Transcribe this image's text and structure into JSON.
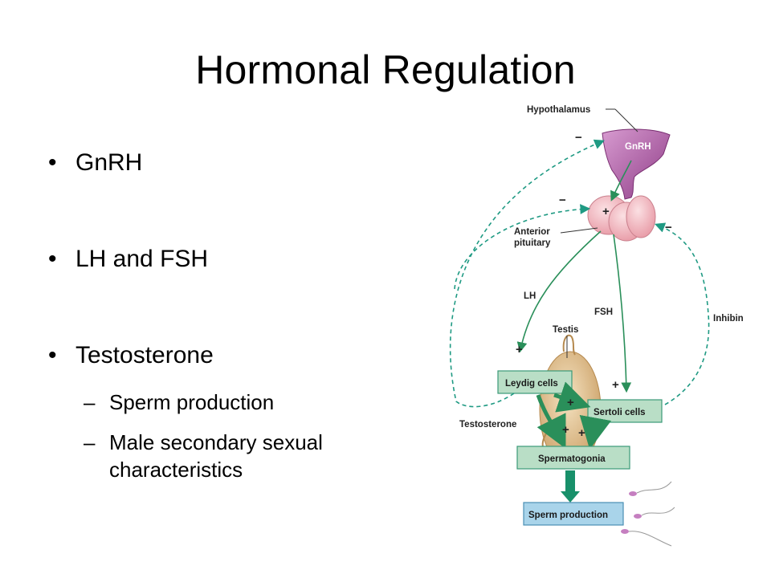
{
  "slide": {
    "title": "Hormonal Regulation",
    "bullets": [
      {
        "text": "GnRH"
      },
      {
        "text": "LH and FSH"
      },
      {
        "text": "Testosterone"
      }
    ],
    "sub_bullets": [
      {
        "line1": "Sperm production"
      },
      {
        "line1": "Male secondary sexual",
        "line2": "characteristics"
      }
    ]
  },
  "diagram": {
    "labels": {
      "hypothalamus": "Hypothalamus",
      "gnrh": "GnRH",
      "anterior_pituitary_1": "Anterior",
      "anterior_pituitary_2": "pituitary",
      "lh": "LH",
      "fsh": "FSH",
      "testis": "Testis",
      "inhibin": "Inhibin",
      "testosterone": "Testosterone"
    },
    "boxes": {
      "leydig": "Leydig cells",
      "sertoli": "Sertoli cells",
      "spermatogonia": "Spermatogonia",
      "sperm_production": "Sperm production"
    },
    "signs": {
      "plus": "+",
      "minus": "−"
    },
    "colors": {
      "feedback": "#1f9a83",
      "stimulation": "#2aa36a",
      "box_fill": "#b9dec6",
      "box_stroke": "#3b9a78",
      "sperm_box_fill": "#a9d4ea",
      "hypothalamus": "#b45aa8",
      "pituitary": "#f2b7bf",
      "testis": "#e2c08e"
    }
  }
}
